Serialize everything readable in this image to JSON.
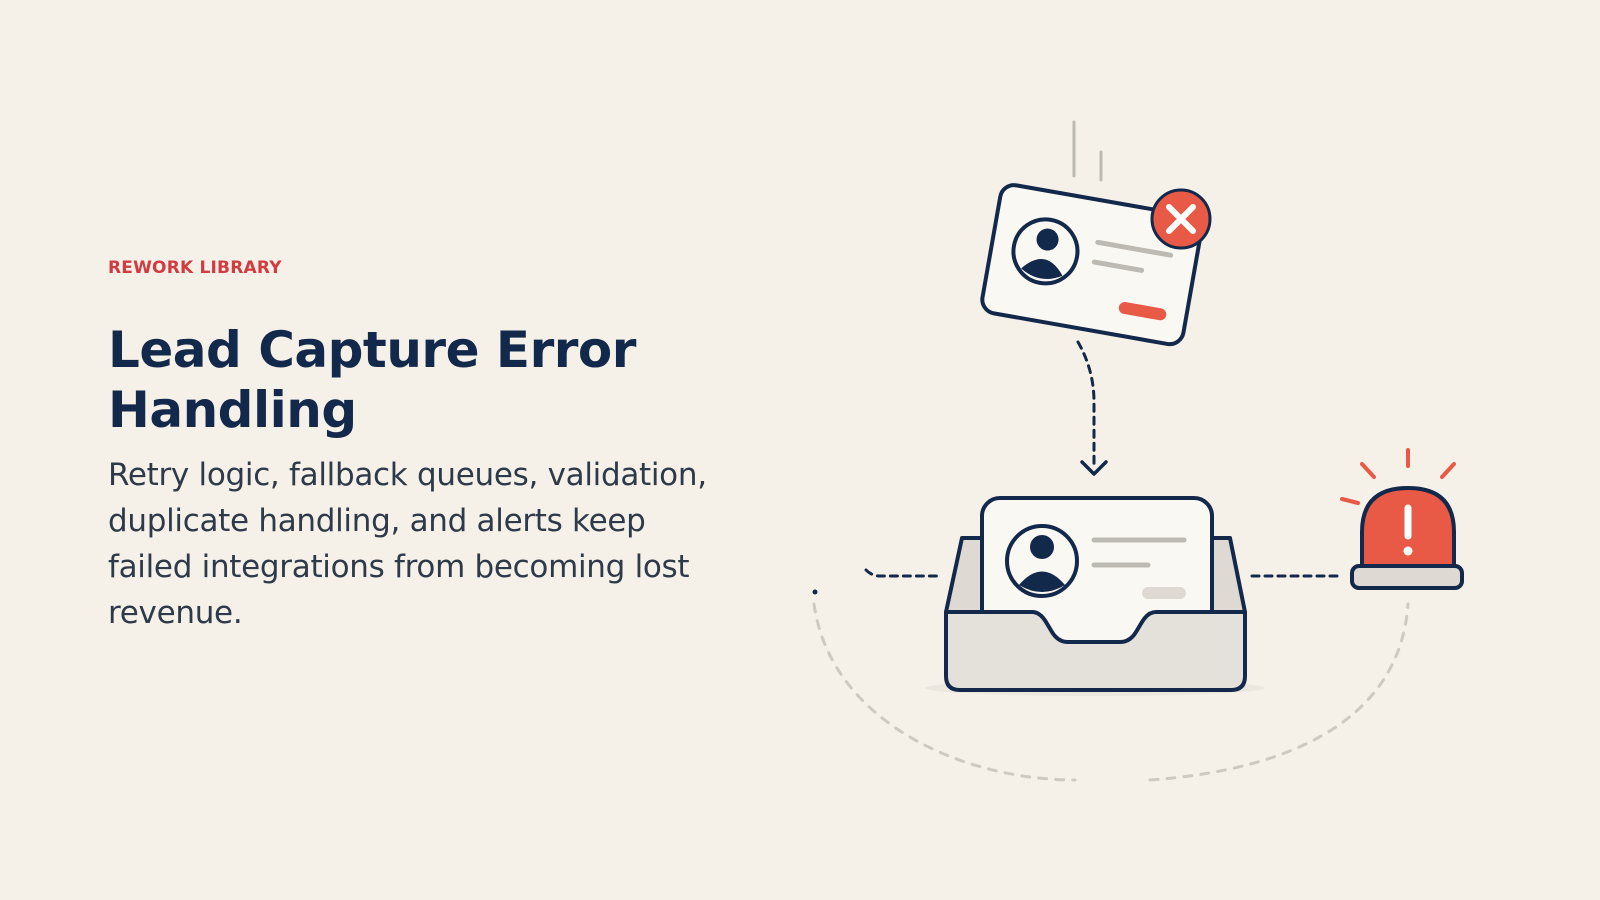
{
  "eyebrow": "REWORK LIBRARY",
  "title": "Lead Capture Error Handling",
  "description": "Retry logic, fallback queues, validation, duplicate handling, and alerts keep failed integrations from becoming lost revenue.",
  "colors": {
    "background": "#f5f1e9",
    "navy": "#13294b",
    "accent_red": "#e85a46",
    "eyebrow_red": "#d23b3f",
    "gray_line": "#bdbab3"
  },
  "illustration": {
    "icons": [
      "failed-lead-card-icon",
      "error-x-badge-icon",
      "avatar-icon",
      "inbox-tray-icon",
      "alert-siren-icon",
      "down-arrow-icon"
    ]
  }
}
